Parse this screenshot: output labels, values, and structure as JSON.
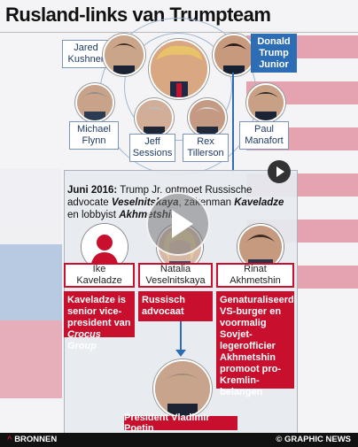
{
  "title": "Rusland-links van Trumpteam",
  "people_top": {
    "jared": "Jared Kushner",
    "donald_jr": "Donald Trump Junior",
    "flynn": "Michael Flynn",
    "sessions": "Jeff Sessions",
    "tillerson": "Rex Tillerson",
    "manafort": "Paul Manafort"
  },
  "event": {
    "date": "Juni 2016:",
    "text_1": " Trump Jr. ontmoet Russische advocate ",
    "name_1": "Veselnitskaya",
    "text_2": ", zakenman ",
    "name_2": "Kaveladze",
    "text_3": " en lobbyist ",
    "name_3": "Akhmetshin"
  },
  "people_meeting": [
    {
      "name": "Ike Kaveladze",
      "desc_1": "Kaveladze is senior vice-president van ",
      "desc_em": "Crocus Group"
    },
    {
      "name": "Natalia Veselnitskaya",
      "desc": "Russisch advocaat"
    },
    {
      "name": "Rinat Akhmetshin",
      "desc": "Genaturaliseerd VS-burger en voormalig Sovjet-legerofficier Akhmetshin promoot pro-Kremlin-belangen"
    }
  ],
  "putin_label": "President Vladimir Poetin",
  "footer": {
    "left": "BRONNEN",
    "right": "© GRAPHIC NEWS"
  },
  "colors": {
    "accent_blue": "#2d6db5",
    "accent_red": "#c8102e",
    "footer": "#111111"
  }
}
